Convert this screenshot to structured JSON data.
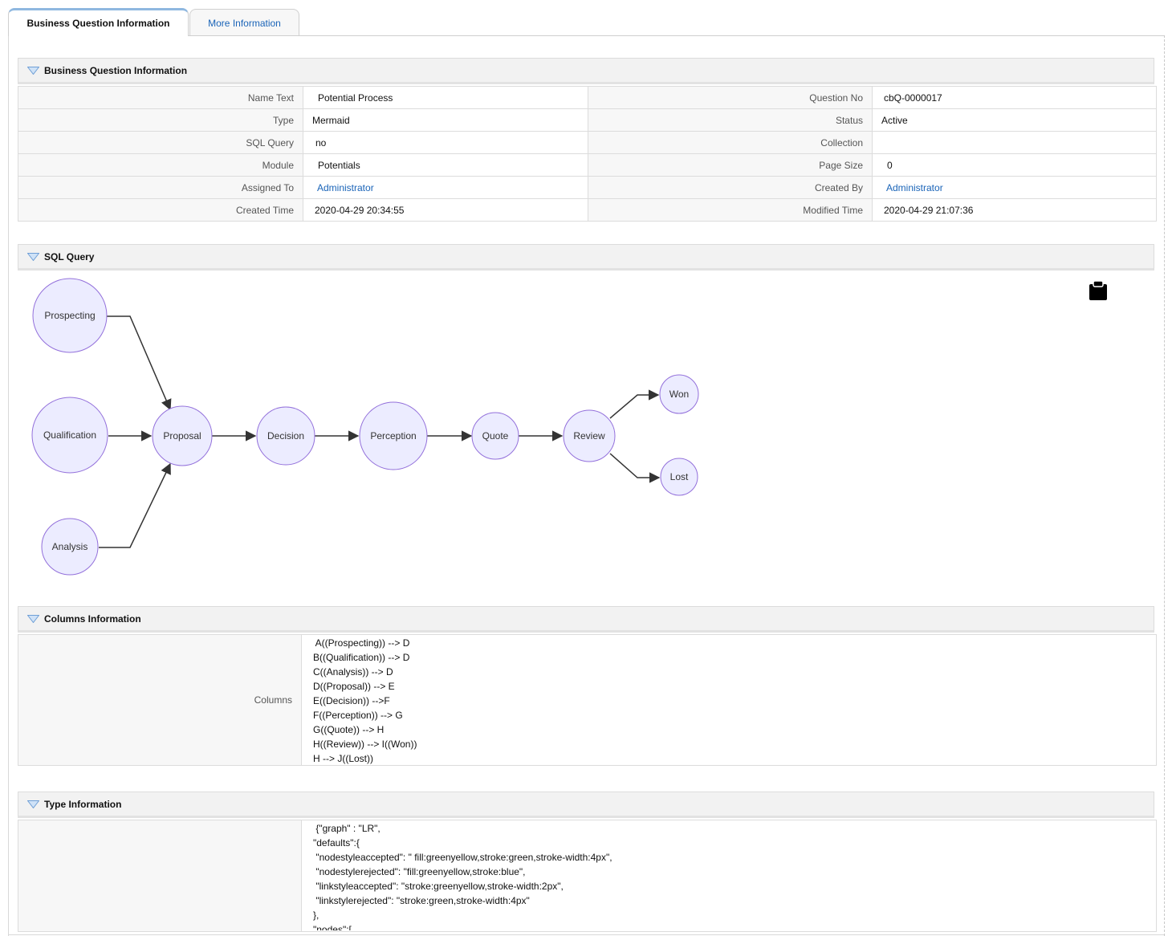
{
  "tabs": [
    {
      "label": "Business Question Information",
      "active": true
    },
    {
      "label": "More Information",
      "active": false
    }
  ],
  "bq_block": {
    "title": "Business Question Information",
    "rows": [
      {
        "l1": "Name Text",
        "v1": "Potential Process",
        "l2": "Question No",
        "v2": "cbQ-0000017"
      },
      {
        "l1": "Type",
        "v1": "Mermaid",
        "l2": "Status",
        "v2": "Active"
      },
      {
        "l1": "SQL Query",
        "v1": "no",
        "l2": "Collection",
        "v2": ""
      },
      {
        "l1": "Module",
        "v1": "Potentials",
        "l2": "Page Size",
        "v2": "0"
      },
      {
        "l1": "Assigned To",
        "v1": "Administrator",
        "l2": "Created By",
        "v2": "Administrator"
      },
      {
        "l1": "Created Time",
        "v1": "2020-04-29 20:34:55",
        "l2": "Modified Time",
        "v2": "2020-04-29 21:07:36"
      }
    ]
  },
  "sql_block": {
    "title": "SQL Query",
    "nodes": [
      "Prospecting",
      "Qualification",
      "Analysis",
      "Proposal",
      "Decision",
      "Perception",
      "Quote",
      "Review",
      "Won",
      "Lost"
    ]
  },
  "columns_block": {
    "title": "Columns Information",
    "label": "Columns",
    "lines": [
      " A((Prospecting)) --> D",
      "B((Qualification)) --> D",
      "C((Analysis)) --> D",
      "D((Proposal)) --> E",
      "E((Decision)) -->F",
      "F((Perception)) --> G",
      "G((Quote)) --> H",
      "H((Review)) --> I((Won))",
      "H --> J((Lost))"
    ]
  },
  "type_block": {
    "title": "Type Information",
    "label": "",
    "lines": [
      " {\"graph\" : \"LR\",",
      "\"defaults\":{",
      " \"nodestyleaccepted\": \" fill:greenyellow,stroke:green,stroke-width:4px\",",
      " \"nodestylerejected\": \"fill:greenyellow,stroke:blue\",",
      " \"linkstyleaccepted\": \"stroke:greenyellow,stroke-width:2px\",",
      " \"linkstylerejected\": \"stroke:green,stroke-width:4px\"",
      "},",
      "\"nodes\":["
    ]
  },
  "colors": {
    "node_fill": "#ececff",
    "node_stroke": "#9370db",
    "link": "#333333",
    "accent": "#1a64b8"
  },
  "icons": {
    "section_toggle": "triangle-down-icon",
    "copy": "clipboard-icon"
  }
}
